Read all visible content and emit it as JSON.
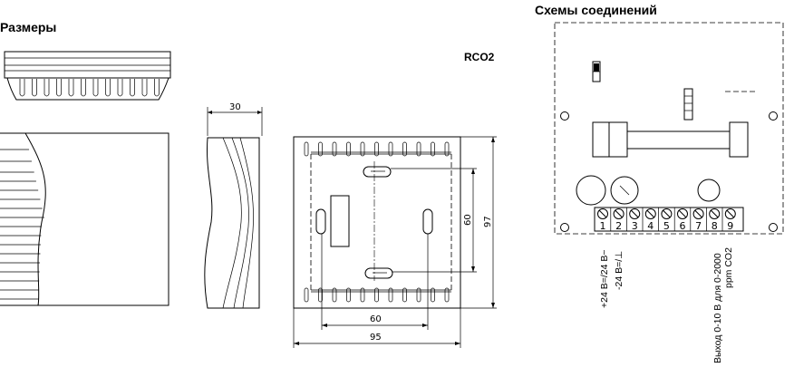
{
  "headings": {
    "dimensions": "Размеры",
    "wiring": "Схемы соединений",
    "model": "RCO2"
  },
  "dimensions": {
    "depth": "30",
    "height_outer": "97",
    "height_inner": "60",
    "width_inner": "60",
    "width_outer": "95"
  },
  "terminals": [
    "1",
    "2",
    "3",
    "4",
    "5",
    "6",
    "7",
    "8",
    "9"
  ],
  "terminal_labels": {
    "t1": "+24 В=/24 В~",
    "t2": "-24 В=/⊥",
    "t8_line1": "Выход 0-10 В для 0-2000",
    "t8_line2": "ppm CO2"
  }
}
